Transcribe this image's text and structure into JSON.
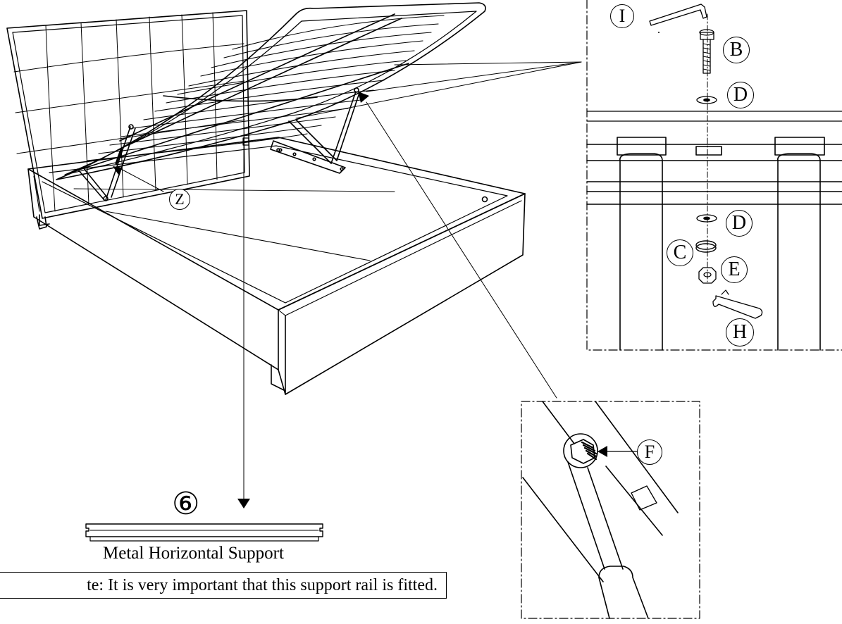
{
  "callouts": {
    "z": "Z",
    "i": "I",
    "b": "B",
    "d_top": "D",
    "d_bottom": "D",
    "c": "C",
    "e": "E",
    "h": "H",
    "f": "F"
  },
  "step": {
    "number": "⑥",
    "part_name": "Metal Horizontal Support"
  },
  "note": {
    "text": "te: It is very important that this support rail is fitted."
  }
}
